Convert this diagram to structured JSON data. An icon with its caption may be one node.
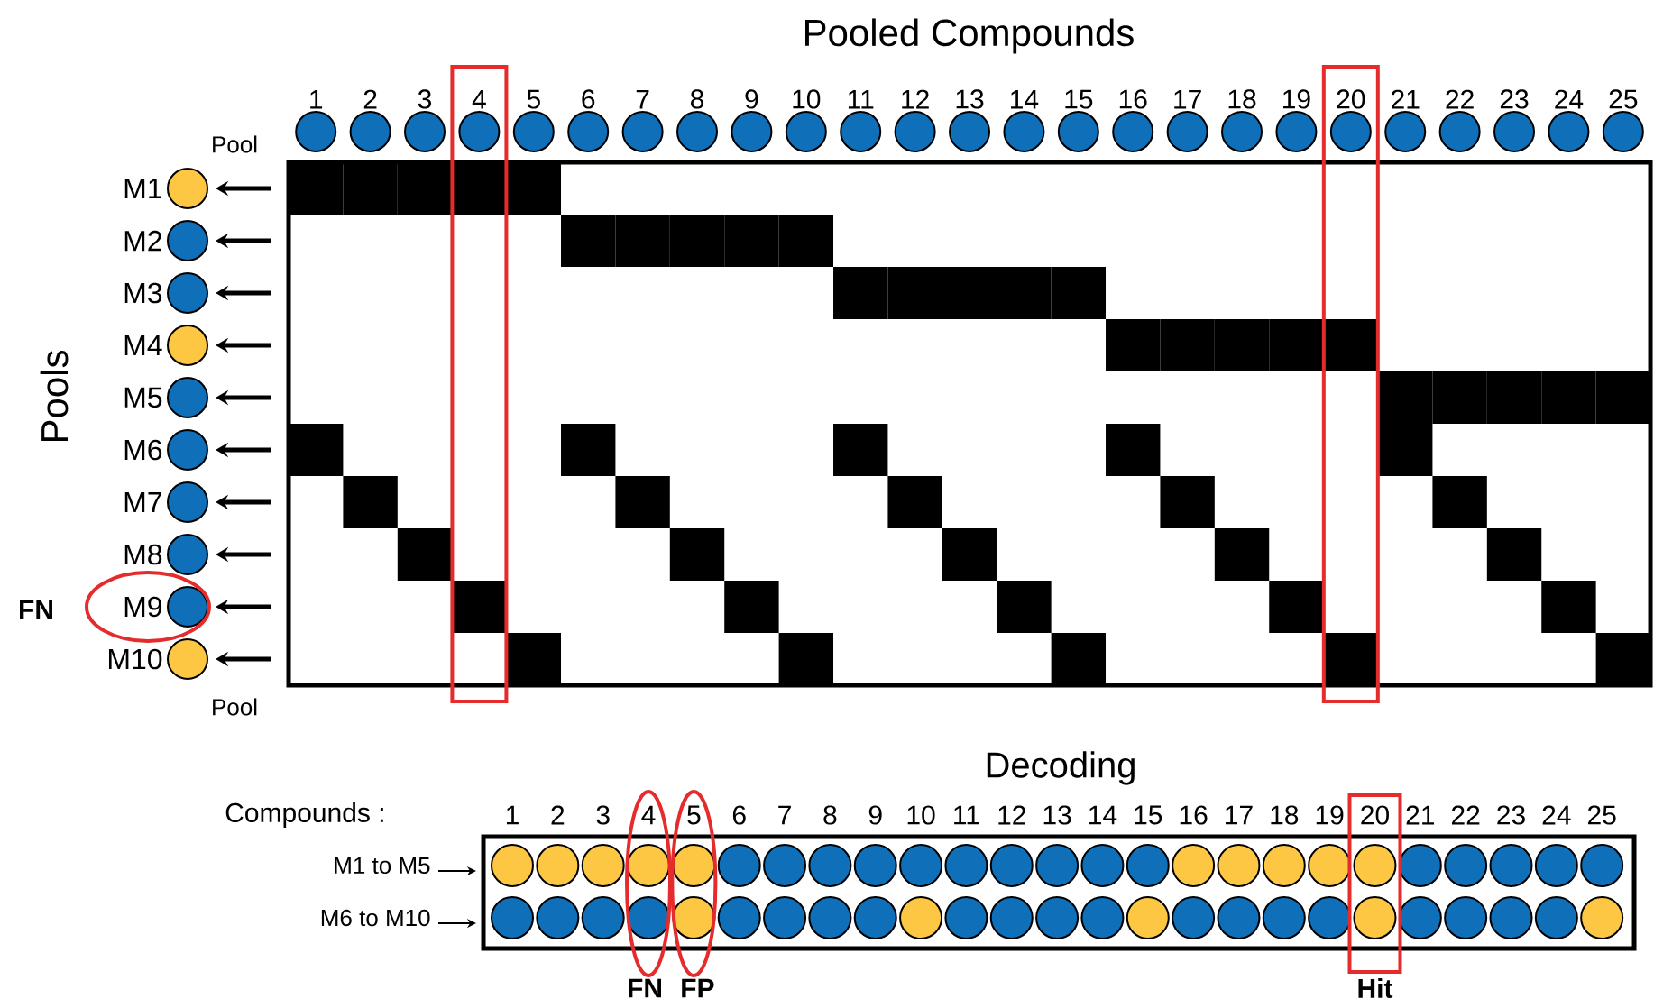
{
  "diagram": {
    "title": "Pooled Compounds",
    "nodes": [
      {
        "text": [
          "1"
        ]
      },
      {
        "text": [
          "2"
        ]
      },
      {
        "text": [
          "3"
        ]
      },
      {
        "text": [
          "4"
        ]
      },
      {
        "text": [
          "5"
        ]
      },
      {
        "text": [
          "6"
        ]
      },
      {
        "text": [
          "7"
        ]
      },
      {
        "text": [
          "8"
        ]
      },
      {
        "text": [
          "9"
        ]
      },
      {
        "text": [
          "10"
        ]
      },
      {
        "text": [
          "11"
        ]
      },
      {
        "text": [
          "12"
        ]
      },
      {
        "text": [
          "13"
        ]
      },
      {
        "text": [
          "14"
        ]
      },
      {
        "text": [
          "15"
        ]
      },
      {
        "text": [
          "16"
        ]
      },
      {
        "text": [
          "17"
        ]
      },
      {
        "text": [
          "18"
        ]
      },
      {
        "text": [
          "19"
        ]
      },
      {
        "text": [
          "20"
        ]
      },
      {
        "text": [
          "21"
        ]
      },
      {
        "text": [
          "22"
        ]
      },
      {
        "text": [
          "23"
        ]
      },
      {
        "text": [
          "24"
        ]
      },
      {
        "text": [
          "25"
        ]
      },
      {
        "text": [
          "M1"
        ]
      },
      {
        "text": [
          "M2"
        ]
      },
      {
        "text": [
          "M3"
        ]
      },
      {
        "text": [
          "M4"
        ]
      },
      {
        "text": [
          "M5"
        ]
      },
      {
        "text": [
          "M6"
        ]
      },
      {
        "text": [
          "M7"
        ]
      },
      {
        "text": [
          "M8"
        ]
      },
      {
        "text": [
          "M9"
        ]
      },
      {
        "text": [
          "M10"
        ]
      },
      {
        "text": [],
        "shape": "circle"
      },
      {
        "text": [],
        "shape": "circle"
      },
      {
        "text": [],
        "shape": "circle"
      },
      {
        "text": [],
        "shape": "circle"
      },
      {
        "text": [],
        "shape": "circle"
      },
      {
        "text": [],
        "shape": "circle"
      },
      {
        "text": [],
        "shape": "circle"
      },
      {
        "text": [],
        "shape": "circle"
      },
      {
        "text": [],
        "shape": "circle"
      },
      {
        "text": [],
        "shape": "circle"
      },
      {
        "text": [],
        "shape": "circle"
      },
      {
        "text": [],
        "shape": "circle"
      },
      {
        "text": [],
        "shape": "circle"
      },
      {
        "text": [],
        "shape": "circle"
      },
      {
        "text": [],
        "shape": "circle"
      },
      {
        "text": [],
        "shape": "circle"
      },
      {
        "text": [],
        "shape": "circle"
      },
      {
        "text": [],
        "shape": "circle"
      },
      {
        "text": [],
        "shape": "circle"
      },
      {
        "text": [],
        "shape": "circle"
      },
      {
        "text": [],
        "shape": "circle"
      },
      {
        "text": [],
        "shape": "circle"
      },
      {
        "text": [],
        "shape": "circle"
      },
      {
        "text": [],
        "shape": "circle"
      },
      {
        "text": [],
        "shape": "circle"
      },
      {
        "text": [],
        "shape": "circle"
      },
      {
        "text": [],
        "shape": "circle"
      },
      {
        "text": [],
        "shape": "circle"
      },
      {
        "text": [],
        "shape": "circle"
      },
      {
        "text": [],
        "shape": "circle"
      },
      {
        "text": [],
        "shape": "circle"
      },
      {
        "text": [],
        "shape": "circle"
      },
      {
        "text": [],
        "shape": "circle"
      },
      {
        "text": [],
        "shape": "circle"
      },
      {
        "text": [],
        "shape": "circle"
      },
      {
        "text": [],
        "shape": "circle"
      },
      {
        "text": [],
        "shape": "circle"
      },
      {
        "text": [],
        "shape": "circle"
      },
      {
        "text": [],
        "shape": "circle"
      },
      {
        "text": [],
        "shape": "circle"
      },
      {
        "text": [],
        "shape": "circle"
      },
      {
        "text": [],
        "shape": "circle"
      },
      {
        "text": [],
        "shape": "circle"
      },
      {
        "text": [],
        "shape": "circle"
      },
      {
        "text": [],
        "shape": "circle"
      },
      {
        "text": [],
        "shape": "circle"
      },
      {
        "text": [],
        "shape": "circle"
      },
      {
        "text": [],
        "shape": "circle"
      },
      {
        "text": [],
        "shape": "circle"
      },
      {
        "text": [],
        "shape": "circle"
      }
    ],
    "edges": [
      {
        "from": null,
        "to": 25,
        "arrow": "to"
      },
      {
        "from": null,
        "to": 26,
        "arrow": "to"
      },
      {
        "from": null,
        "to": 27,
        "arrow": "to"
      },
      {
        "from": null,
        "to": 28,
        "arrow": "to"
      },
      {
        "from": null,
        "to": 29,
        "arrow": "to"
      },
      {
        "from": null,
        "to": 30,
        "arrow": "to"
      },
      {
        "from": null,
        "to": 31,
        "arrow": "to"
      },
      {
        "from": null,
        "to": 32,
        "arrow": "to"
      },
      {
        "from": null,
        "to": 33,
        "arrow": "to"
      },
      {
        "from": null,
        "to": 34,
        "arrow": "to"
      }
    ],
    "labels": [
      "Pool",
      "Pools",
      "Pool",
      "FN",
      "Decoding",
      "Compounds :",
      "1",
      "2",
      "3",
      "4",
      "5",
      "6",
      "7",
      "8",
      "9",
      "10",
      "11",
      "12",
      "13",
      "14",
      "15",
      "16",
      "17",
      "18",
      "19",
      "20",
      "21",
      "22",
      "23",
      "24",
      "25",
      "M1 to M5",
      "M6 to M10",
      "FN",
      "FP",
      "Hit"
    ]
  }
}
